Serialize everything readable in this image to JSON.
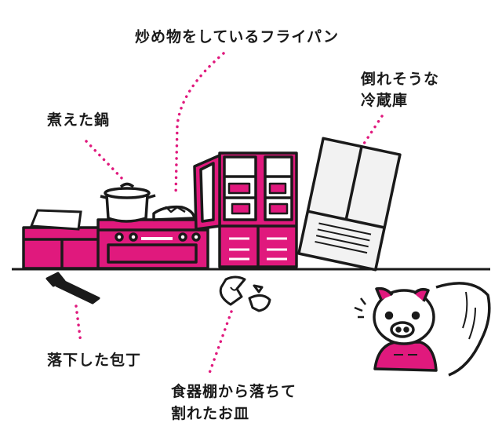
{
  "labels": {
    "frying_pan": "炒め物をしているフライパン",
    "pot": "煮えた鍋",
    "fridge_line1": "倒れそうな",
    "fridge_line2": "冷蔵庫",
    "knife": "落下した包丁",
    "dishes_line1": "食器棚から落ちて",
    "dishes_line2": "割れたお皿"
  },
  "colors": {
    "accent": "#e0197d",
    "line": "#1a1a1a",
    "leader": "#e0197d",
    "fridge_fill": "#f2f2f2"
  },
  "icons": [
    "frying-pan-icon",
    "pot-icon",
    "refrigerator-icon",
    "cupboard-icon",
    "knife-icon",
    "broken-plate-icon",
    "pig-character-icon"
  ]
}
